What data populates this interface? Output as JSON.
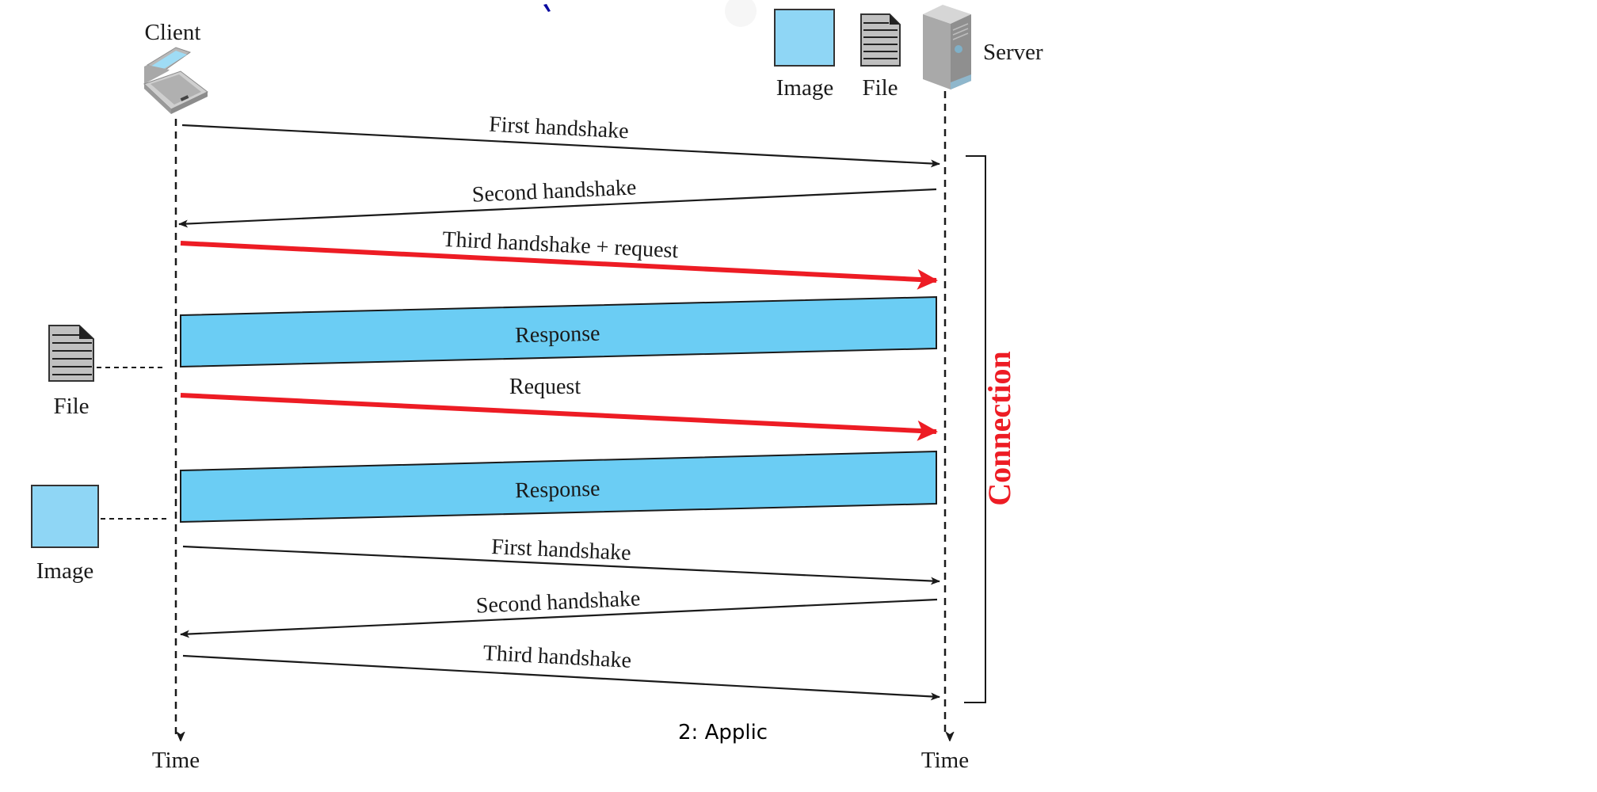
{
  "participants": {
    "client": {
      "label": "Client",
      "icon": "laptop-icon"
    },
    "server": {
      "label": "Server",
      "icon": "server-tower-icon"
    }
  },
  "server_resources": [
    {
      "label": "Image",
      "icon": "image-icon"
    },
    {
      "label": "File",
      "icon": "file-document-icon"
    }
  ],
  "client_received": [
    {
      "label": "File",
      "icon": "file-document-icon"
    },
    {
      "label": "Image",
      "icon": "image-icon"
    }
  ],
  "messages": [
    {
      "label": "First handshake",
      "direction": "client-to-server",
      "style": "thin"
    },
    {
      "label": "Second handshake",
      "direction": "server-to-client",
      "style": "thin"
    },
    {
      "label": "Third handshake + request",
      "direction": "client-to-server",
      "style": "bold-red"
    },
    {
      "label": "Response",
      "direction": "server-to-client",
      "style": "block"
    },
    {
      "label": "Request",
      "direction": "client-to-server",
      "style": "bold-red"
    },
    {
      "label": "Response",
      "direction": "server-to-client",
      "style": "block"
    },
    {
      "label": "First handshake",
      "direction": "client-to-server",
      "style": "thin"
    },
    {
      "label": "Second handshake",
      "direction": "server-to-client",
      "style": "thin"
    },
    {
      "label": "Third handshake",
      "direction": "client-to-server",
      "style": "thin"
    }
  ],
  "axis_labels": {
    "client_time": "Time",
    "server_time": "Time"
  },
  "connection_label": "Connection",
  "footer_text": "2: Applic",
  "colors": {
    "accent_red": "#ed1c24",
    "response_fill": "#6bcdf4",
    "image_fill": "#8fd6f5",
    "line": "#1a1a1a"
  }
}
